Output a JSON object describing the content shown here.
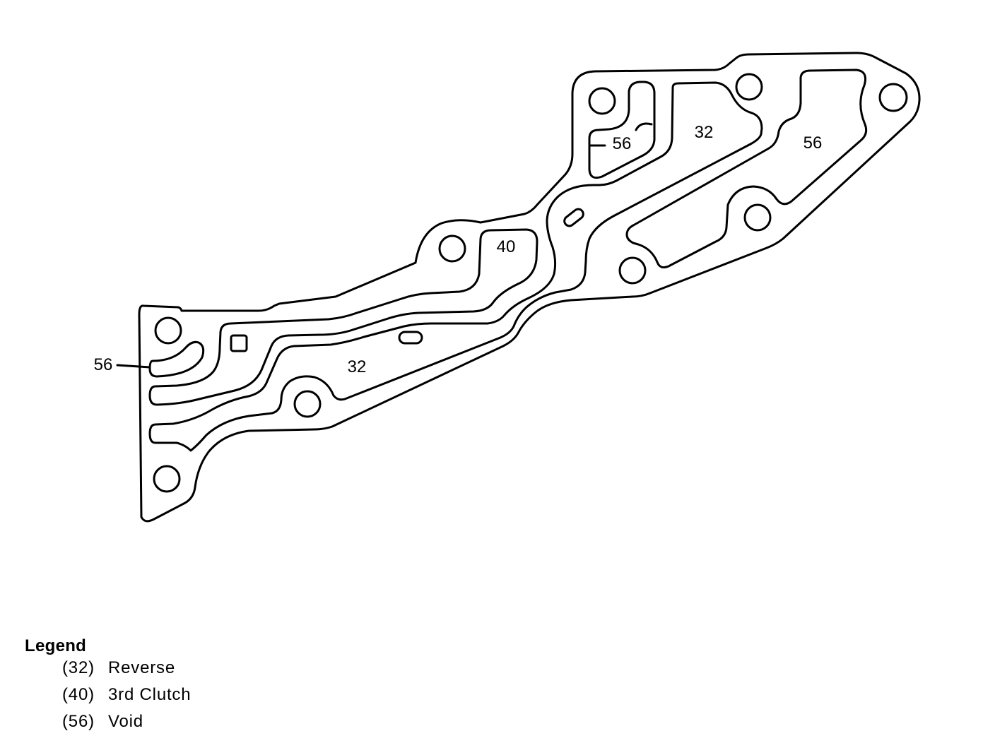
{
  "diagram": {
    "labels": {
      "void_top_left": "56",
      "reverse_top": "32",
      "void_right": "56",
      "third_clutch": "40",
      "reverse_bottom": "32",
      "void_callout": "56"
    }
  },
  "legend": {
    "title": "Legend",
    "items": [
      {
        "code": "(32)",
        "label": "Reverse"
      },
      {
        "code": "(40)",
        "label": "3rd Clutch"
      },
      {
        "code": "(56)",
        "label": "Void"
      }
    ]
  }
}
